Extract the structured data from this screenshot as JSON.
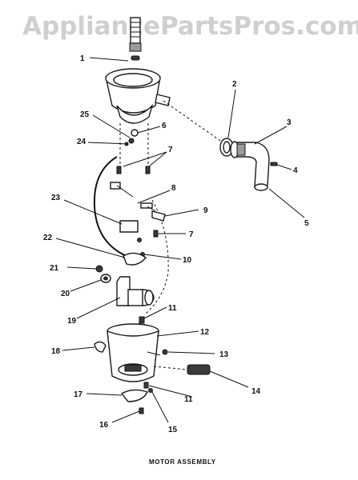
{
  "watermark": "AppliancePartsPros.com",
  "caption": "MOTOR ASSEMBLY",
  "callouts": [
    {
      "id": "1",
      "label": "1"
    },
    {
      "id": "2",
      "label": "2"
    },
    {
      "id": "3",
      "label": "3"
    },
    {
      "id": "4",
      "label": "4"
    },
    {
      "id": "5",
      "label": "5"
    },
    {
      "id": "6",
      "label": "6"
    },
    {
      "id": "7a",
      "label": "7"
    },
    {
      "id": "7b",
      "label": "7"
    },
    {
      "id": "8",
      "label": "8"
    },
    {
      "id": "9",
      "label": "9"
    },
    {
      "id": "10",
      "label": "10"
    },
    {
      "id": "11a",
      "label": "11"
    },
    {
      "id": "11b",
      "label": "11"
    },
    {
      "id": "12",
      "label": "12"
    },
    {
      "id": "13",
      "label": "13"
    },
    {
      "id": "14",
      "label": "14"
    },
    {
      "id": "15",
      "label": "15"
    },
    {
      "id": "16",
      "label": "16"
    },
    {
      "id": "17",
      "label": "17"
    },
    {
      "id": "18",
      "label": "18"
    },
    {
      "id": "19",
      "label": "19"
    },
    {
      "id": "20",
      "label": "20"
    },
    {
      "id": "21",
      "label": "21"
    },
    {
      "id": "22",
      "label": "22"
    },
    {
      "id": "23",
      "label": "23"
    },
    {
      "id": "24",
      "label": "24"
    },
    {
      "id": "25",
      "label": "25"
    }
  ]
}
